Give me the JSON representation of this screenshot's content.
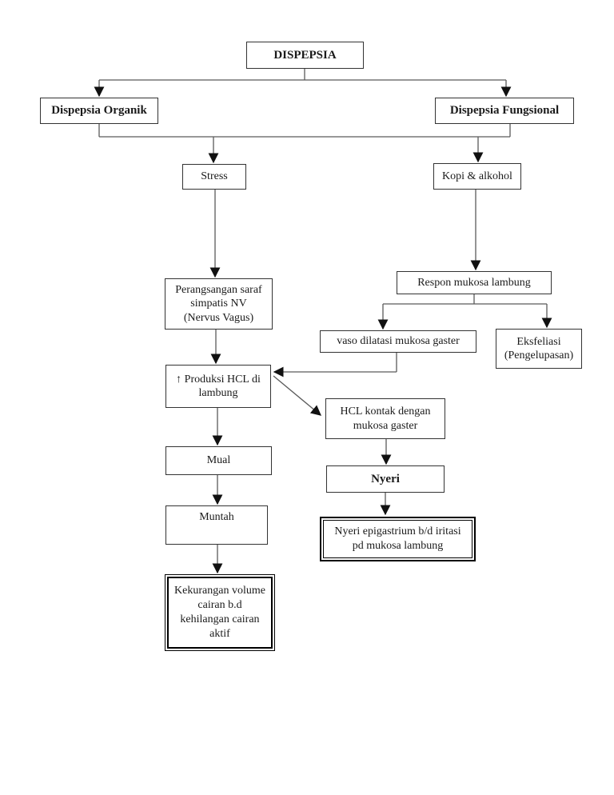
{
  "diagram": {
    "title": "DISPEPSIA",
    "nodes": {
      "dispepsia": {
        "label": "DISPEPSIA"
      },
      "organik": {
        "label": "Dispepsia Organik"
      },
      "fungsional": {
        "label": "Dispepsia Fungsional"
      },
      "stress": {
        "label": "Stress"
      },
      "kopi": {
        "label": "Kopi & alkohol"
      },
      "perangsangan": {
        "label": [
          "Perangsangan saraf",
          "simpatis NV",
          "(Nervus Vagus)"
        ]
      },
      "respon": {
        "label": "Respon mukosa lambung"
      },
      "vaso": {
        "label": "vaso dilatasi mukosa gaster"
      },
      "eksfeliasi": {
        "label": [
          "Eksfeliasi",
          "(Pengelupasan)"
        ]
      },
      "produksi": {
        "label": [
          "↑ Produksi HCL di",
          "lambung"
        ]
      },
      "hcl_kontak": {
        "label": [
          "HCL kontak dengan",
          "mukosa gaster"
        ]
      },
      "mual": {
        "label": "Mual"
      },
      "muntah": {
        "label": "Muntah"
      },
      "nyeri": {
        "label": "Nyeri"
      },
      "kekurangan": {
        "label": [
          "Kekurangan volume",
          "cairan b.d",
          "kehilangan cairan",
          "aktif"
        ]
      },
      "nyeri_epigastrium": {
        "label": [
          "Nyeri epigastrium b/d iritasi",
          "pd mukosa lambung"
        ]
      }
    },
    "edges": [
      {
        "from": "dispepsia",
        "to": "organik"
      },
      {
        "from": "dispepsia",
        "to": "fungsional"
      },
      {
        "from": "organik+fungsional",
        "to": "stress"
      },
      {
        "from": "organik+fungsional",
        "to": "kopi"
      },
      {
        "from": "stress",
        "to": "perangsangan"
      },
      {
        "from": "kopi",
        "to": "respon"
      },
      {
        "from": "respon",
        "to": "vaso"
      },
      {
        "from": "respon",
        "to": "eksfeliasi"
      },
      {
        "from": "perangsangan",
        "to": "produksi"
      },
      {
        "from": "vaso",
        "to": "produksi"
      },
      {
        "from": "produksi",
        "to": "hcl_kontak"
      },
      {
        "from": "produksi",
        "to": "mual"
      },
      {
        "from": "mual",
        "to": "muntah"
      },
      {
        "from": "muntah",
        "to": "kekurangan"
      },
      {
        "from": "hcl_kontak",
        "to": "nyeri"
      },
      {
        "from": "nyeri",
        "to": "nyeri_epigastrium"
      }
    ],
    "colors": {
      "background": "#ffffff",
      "line": "#5a5a5a",
      "arrowhead": "#111111",
      "border": "#333333",
      "emphasis_border": "#000000"
    }
  }
}
